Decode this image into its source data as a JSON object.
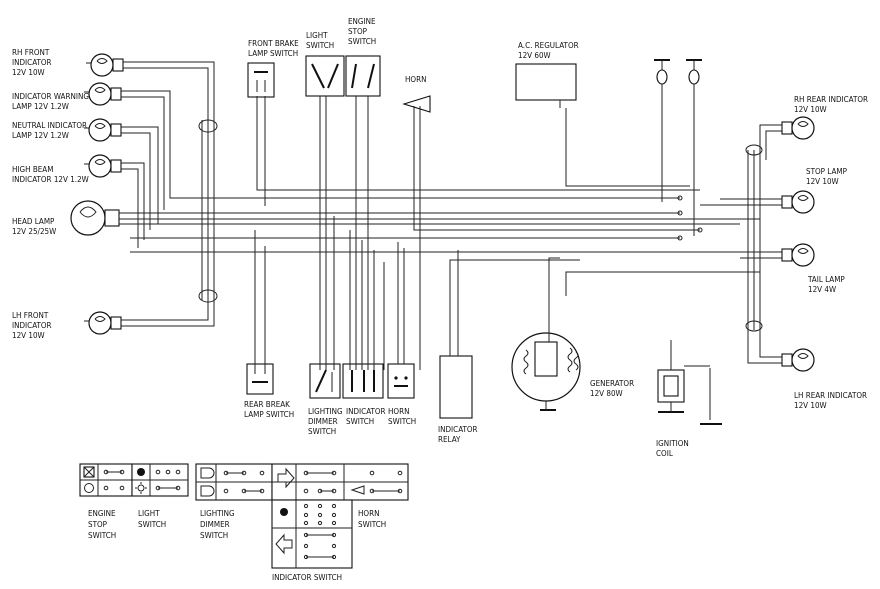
{
  "labels": {
    "rh_front_indicator": [
      "RH FRONT",
      "INDICATOR",
      "12V 10W"
    ],
    "indicator_warning_lamp": [
      "INDICATOR WARNING",
      "LAMP 12V 1.2W"
    ],
    "neutral_indicator_lamp": [
      "NEUTRAL INDICATOR",
      "LAMP 12V 1.2W"
    ],
    "high_beam_indicator": [
      "HIGH BEAM",
      "INDICATOR 12V 1.2W"
    ],
    "head_lamp": [
      "HEAD LAMP",
      "12V 25/25W"
    ],
    "lh_front_indicator": [
      "LH FRONT",
      "INDICATOR",
      "12V 10W"
    ],
    "front_brake_lamp_switch": [
      "FRONT BRAKE",
      "LAMP SWITCH"
    ],
    "light_switch": [
      "LIGHT",
      "SWITCH"
    ],
    "engine_stop_switch": [
      "ENGINE",
      "STOP",
      "SWITCH"
    ],
    "horn": [
      "HORN"
    ],
    "ac_regulator": [
      "A.C. REGULATOR",
      "12V 60W"
    ],
    "rh_rear_indicator": [
      "RH REAR INDICATOR",
      "12V 10W"
    ],
    "stop_lamp": [
      "STOP LAMP",
      "12V 10W"
    ],
    "tail_lamp": [
      "TAIL LAMP",
      "12V 4W"
    ],
    "lh_rear_indicator": [
      "LH REAR INDICATOR",
      "12V 10W"
    ],
    "rear_break_lamp_switch": [
      "REAR BREAK",
      "LAMP SWITCH"
    ],
    "lighting_dimmer_switch": [
      "LIGHTING",
      "DIMMER",
      "SWITCH"
    ],
    "indicator_switch": [
      "INDICATOR",
      "SWITCH"
    ],
    "horn_switch": [
      "HORN",
      "SWITCH"
    ],
    "indicator_relay": [
      "INDICATOR",
      "RELAY"
    ],
    "generator": [
      "GENERATOR",
      "12V 80W"
    ],
    "ignition_coil": [
      "IGNITION",
      "COIL"
    ]
  },
  "legend": {
    "engine_stop_switch": [
      "ENGINE",
      "STOP",
      "SWITCH"
    ],
    "light_switch": [
      "LIGHT",
      "SWITCH"
    ],
    "lighting_dimmer_switch": [
      "LIGHTING",
      "DIMMER",
      "SWITCH"
    ],
    "horn_switch": [
      "HORN",
      "SWITCH"
    ],
    "indicator_switch": "INDICATOR SWITCH"
  },
  "style": {
    "ink": "#111111",
    "paper": "#ffffff"
  }
}
